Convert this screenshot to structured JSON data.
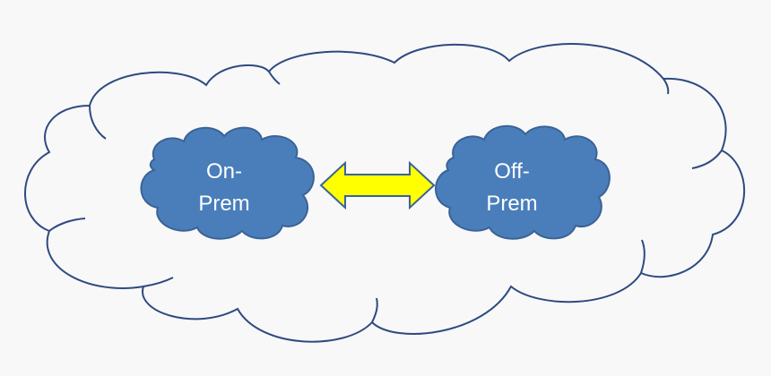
{
  "diagram": {
    "left_cloud": {
      "line1": "On-",
      "line2": "Prem"
    },
    "right_cloud": {
      "line1": "Off-",
      "line2": "Prem"
    },
    "connector": "bidirectional-arrow"
  },
  "colors": {
    "background": "#f8f8f8",
    "outer_cloud_stroke": "#2e4a80",
    "inner_cloud_fill": "#4a7ebb",
    "inner_cloud_stroke": "#3a6396",
    "arrow_fill": "#ffff00",
    "arrow_stroke": "#3a6396"
  }
}
